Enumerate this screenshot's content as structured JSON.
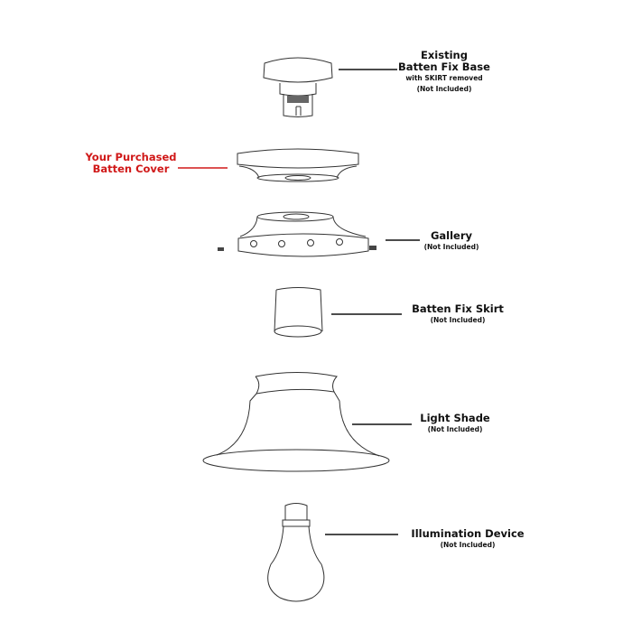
{
  "colors": {
    "accent": "#d01818",
    "line": "#222222"
  },
  "parts": [
    {
      "id": "base",
      "title_lines": [
        "Existing",
        "Batten Fix Base"
      ],
      "subs": [
        "with SKIRT removed",
        "(Not Included)"
      ]
    },
    {
      "id": "cover",
      "title_lines": [
        "Your Purchased",
        "Batten Cover"
      ]
    },
    {
      "id": "gallery",
      "title_lines": [
        "Gallery"
      ],
      "subs": [
        "(Not Included)"
      ]
    },
    {
      "id": "skirt",
      "title_lines": [
        "Batten Fix Skirt"
      ],
      "subs": [
        "(Not Included)"
      ]
    },
    {
      "id": "shade",
      "title_lines": [
        "Light Shade"
      ],
      "subs": [
        "(Not Included)"
      ]
    },
    {
      "id": "bulb",
      "title_lines": [
        "Illumination Device"
      ],
      "subs": [
        "(Not Included)"
      ]
    }
  ]
}
